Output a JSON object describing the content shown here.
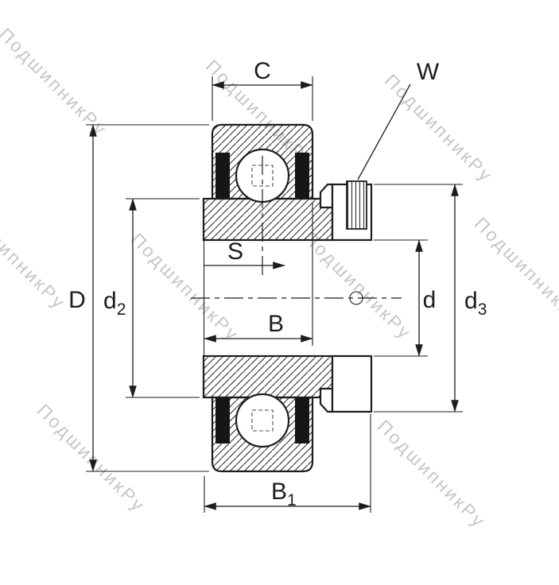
{
  "watermark": {
    "text": "ПодшипникРу",
    "color": "#c6c6c6"
  },
  "drawing": {
    "type": "bearing-cross-section",
    "labels": {
      "C": "C",
      "W": "W",
      "D": "D",
      "S": "S",
      "B": "B",
      "d": "d",
      "d2": {
        "base": "d",
        "sub": "2"
      },
      "d3": {
        "base": "d",
        "sub": "3"
      },
      "B1": {
        "base": "B",
        "sub": "1"
      }
    },
    "colors": {
      "line": "#1d1d1d",
      "seal": "#161616",
      "hatch": "#2a2a2a",
      "background": "#ffffff",
      "watermark": "#c6c6c6"
    }
  }
}
